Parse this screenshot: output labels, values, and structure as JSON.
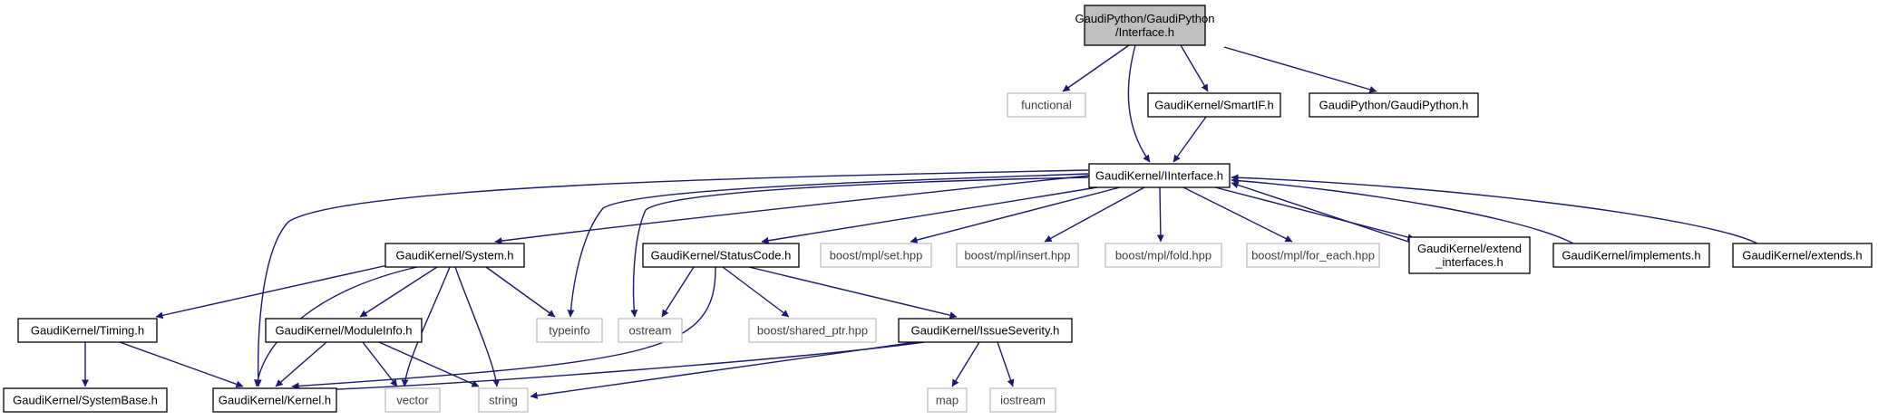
{
  "colors": {
    "edge": "#191970",
    "box_border": "#000000",
    "external_border": "#bfbfbf",
    "external_text": "#3f3f3f",
    "root_fill": "#bfbfbf",
    "box_fill": "#ffffff",
    "text": "#000000"
  },
  "nodes": [
    {
      "id": "interface",
      "lines": [
        "GaudiPython/GaudiPython",
        "/Interface.h"
      ],
      "kind": "root"
    },
    {
      "id": "functional",
      "lines": [
        "functional"
      ],
      "kind": "external"
    },
    {
      "id": "smartif",
      "lines": [
        "GaudiKernel/SmartIF.h"
      ],
      "kind": "file"
    },
    {
      "id": "gaudipython",
      "lines": [
        "GaudiPython/GaudiPython.h"
      ],
      "kind": "file"
    },
    {
      "id": "iinterface",
      "lines": [
        "GaudiKernel/IInterface.h"
      ],
      "kind": "file"
    },
    {
      "id": "system",
      "lines": [
        "GaudiKernel/System.h"
      ],
      "kind": "file"
    },
    {
      "id": "statuscode",
      "lines": [
        "GaudiKernel/StatusCode.h"
      ],
      "kind": "file"
    },
    {
      "id": "mplset",
      "lines": [
        "boost/mpl/set.hpp"
      ],
      "kind": "external"
    },
    {
      "id": "mplinsert",
      "lines": [
        "boost/mpl/insert.hpp"
      ],
      "kind": "external"
    },
    {
      "id": "mplfold",
      "lines": [
        "boost/mpl/fold.hpp"
      ],
      "kind": "external"
    },
    {
      "id": "mplforeach",
      "lines": [
        "boost/mpl/for_each.hpp"
      ],
      "kind": "external"
    },
    {
      "id": "extendif",
      "lines": [
        "GaudiKernel/extend",
        "_interfaces.h"
      ],
      "kind": "file"
    },
    {
      "id": "implements",
      "lines": [
        "GaudiKernel/implements.h"
      ],
      "kind": "file"
    },
    {
      "id": "extends",
      "lines": [
        "GaudiKernel/extends.h"
      ],
      "kind": "file"
    },
    {
      "id": "timing",
      "lines": [
        "GaudiKernel/Timing.h"
      ],
      "kind": "file"
    },
    {
      "id": "moduleinfo",
      "lines": [
        "GaudiKernel/ModuleInfo.h"
      ],
      "kind": "file"
    },
    {
      "id": "typeinfo",
      "lines": [
        "typeinfo"
      ],
      "kind": "external"
    },
    {
      "id": "ostream",
      "lines": [
        "ostream"
      ],
      "kind": "external"
    },
    {
      "id": "sharedptr",
      "lines": [
        "boost/shared_ptr.hpp"
      ],
      "kind": "external"
    },
    {
      "id": "issueseverity",
      "lines": [
        "GaudiKernel/IssueSeverity.h"
      ],
      "kind": "file"
    },
    {
      "id": "systembase",
      "lines": [
        "GaudiKernel/SystemBase.h"
      ],
      "kind": "file"
    },
    {
      "id": "kernel",
      "lines": [
        "GaudiKernel/Kernel.h"
      ],
      "kind": "file"
    },
    {
      "id": "vector",
      "lines": [
        "vector"
      ],
      "kind": "external"
    },
    {
      "id": "string",
      "lines": [
        "string"
      ],
      "kind": "external"
    },
    {
      "id": "map",
      "lines": [
        "map"
      ],
      "kind": "external"
    },
    {
      "id": "iostream",
      "lines": [
        "iostream"
      ],
      "kind": "external"
    }
  ],
  "edges": [
    [
      "interface",
      "functional"
    ],
    [
      "interface",
      "smartif"
    ],
    [
      "interface",
      "gaudipython"
    ],
    [
      "interface",
      "iinterface"
    ],
    [
      "smartif",
      "iinterface"
    ],
    [
      "iinterface",
      "system"
    ],
    [
      "iinterface",
      "statuscode"
    ],
    [
      "iinterface",
      "mplset"
    ],
    [
      "iinterface",
      "mplinsert"
    ],
    [
      "iinterface",
      "mplfold"
    ],
    [
      "iinterface",
      "mplforeach"
    ],
    [
      "iinterface",
      "extendif"
    ],
    [
      "iinterface",
      "kernel"
    ],
    [
      "iinterface",
      "typeinfo"
    ],
    [
      "iinterface",
      "ostream"
    ],
    [
      "extendif",
      "iinterface"
    ],
    [
      "implements",
      "iinterface"
    ],
    [
      "extends",
      "iinterface"
    ],
    [
      "system",
      "timing"
    ],
    [
      "system",
      "moduleinfo"
    ],
    [
      "system",
      "kernel"
    ],
    [
      "system",
      "typeinfo"
    ],
    [
      "system",
      "vector"
    ],
    [
      "system",
      "string"
    ],
    [
      "statuscode",
      "ostream"
    ],
    [
      "statuscode",
      "sharedptr"
    ],
    [
      "statuscode",
      "issueseverity"
    ],
    [
      "statuscode",
      "kernel"
    ],
    [
      "timing",
      "systembase"
    ],
    [
      "timing",
      "kernel"
    ],
    [
      "moduleinfo",
      "kernel"
    ],
    [
      "moduleinfo",
      "vector"
    ],
    [
      "moduleinfo",
      "string"
    ],
    [
      "issueseverity",
      "kernel"
    ],
    [
      "issueseverity",
      "string"
    ],
    [
      "issueseverity",
      "map"
    ],
    [
      "issueseverity",
      "iostream"
    ]
  ]
}
